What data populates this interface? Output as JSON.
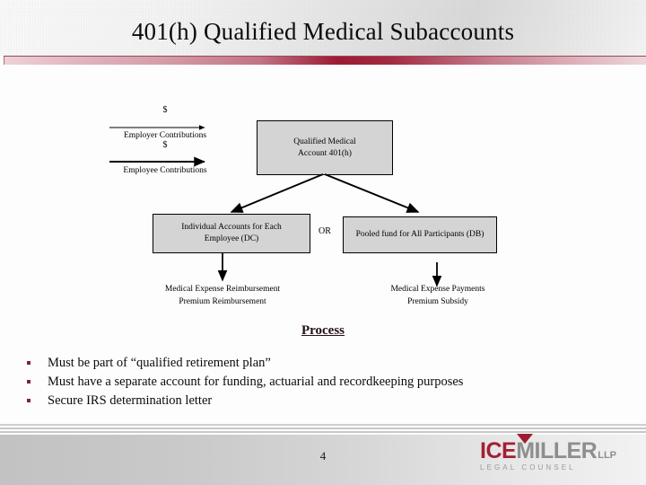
{
  "slide": {
    "title": "401(h) Qualified Medical Subaccounts",
    "page_number": "4",
    "accent_color": "#9c1b33",
    "box_fill": "#d4d4d4"
  },
  "diagram": {
    "dollar_1": "$",
    "dollar_2": "$",
    "employer_label": "Employer Contributions",
    "employee_label": "Employee Contributions",
    "qualified_box": "Qualified Medical Account 401(h)",
    "qualified_box_line1": "Qualified Medical",
    "qualified_box_line2": "Account 401(h)",
    "dc_box_line1": "Individual Accounts for Each",
    "dc_box_line2": "Employee (DC)",
    "or_label": "OR",
    "db_box": "Pooled fund for All Participants (DB)",
    "outcome_left_line1": "Medical Expense Reimbursement",
    "outcome_left_line2": "Premium Reimbursement",
    "outcome_right_line1": "Medical Expense Payments",
    "outcome_right_line2": "Premium Subsidy"
  },
  "process": {
    "heading": "Process",
    "bullets": [
      "Must be part of “qualified retirement plan”",
      "Must have a separate account for funding, actuarial and recordkeeping purposes",
      "Secure IRS determination letter"
    ]
  },
  "logo": {
    "name_red": "ICE",
    "name_gray": "MILLER",
    "suffix": "LLP",
    "tagline": "LEGAL COUNSEL",
    "red": "#a31f34",
    "gray": "#8e8e8e"
  }
}
